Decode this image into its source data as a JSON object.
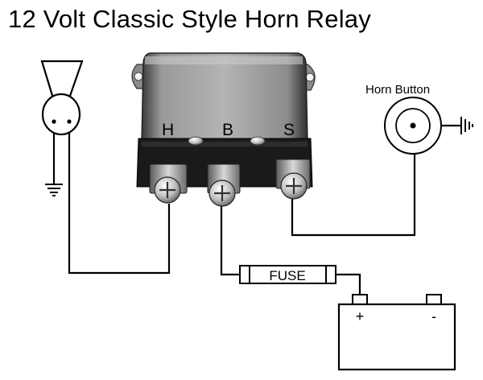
{
  "title": "12 Volt Classic Style Horn Relay",
  "relay": {
    "terminal_h": "H",
    "terminal_b": "B",
    "terminal_s": "S"
  },
  "horn_button": {
    "label": "Horn Button"
  },
  "fuse": {
    "label": "FUSE"
  },
  "battery": {
    "positive": "+",
    "negative": "-"
  }
}
